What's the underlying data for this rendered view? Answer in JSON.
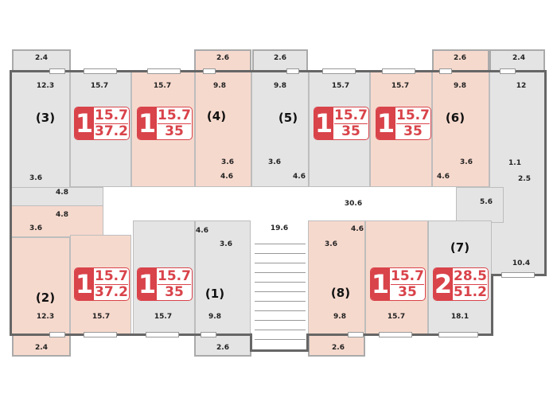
{
  "units": [
    {
      "label": "(1)"
    },
    {
      "label": "(2)"
    },
    {
      "label": "(3)"
    },
    {
      "label": "(4)"
    },
    {
      "label": "(5)"
    },
    {
      "label": "(6)"
    },
    {
      "label": "(7)"
    },
    {
      "label": "(8)"
    }
  ],
  "badges": [
    {
      "rooms": "1",
      "living": "15.7",
      "total": "37.2"
    },
    {
      "rooms": "1",
      "living": "15.7",
      "total": "35"
    },
    {
      "rooms": "1",
      "living": "15.7",
      "total": "35"
    },
    {
      "rooms": "1",
      "living": "15.7",
      "total": "35"
    },
    {
      "rooms": "1",
      "living": "15.7",
      "total": "37.2"
    },
    {
      "rooms": "1",
      "living": "15.7",
      "total": "35"
    },
    {
      "rooms": "1",
      "living": "15.7",
      "total": "35"
    },
    {
      "rooms": "2",
      "living": "28.5",
      "total": "51.2"
    }
  ],
  "areas": [
    "2.4",
    "2.6",
    "2.6",
    "2.6",
    "2.4",
    "12.3",
    "15.7",
    "15.7",
    "9.8",
    "9.8",
    "15.7",
    "15.7",
    "9.8",
    "12",
    "3.6",
    "4.8",
    "4.6",
    "3.6",
    "3.6",
    "4.6",
    "3.6",
    "4.6",
    "1.1",
    "2.5",
    "30.6",
    "5.6",
    "4.8",
    "3.6",
    "4.6",
    "3.6",
    "19.6",
    "4.6",
    "3.6",
    "12.3",
    "15.7",
    "15.7",
    "9.8",
    "9.8",
    "15.7",
    "18.1",
    "10.4",
    "2.4",
    "2.6",
    "2.6"
  ],
  "colors": {
    "grey": "#e4e4e4",
    "pink": "#f6d9cd",
    "accent": "#d9434a"
  }
}
